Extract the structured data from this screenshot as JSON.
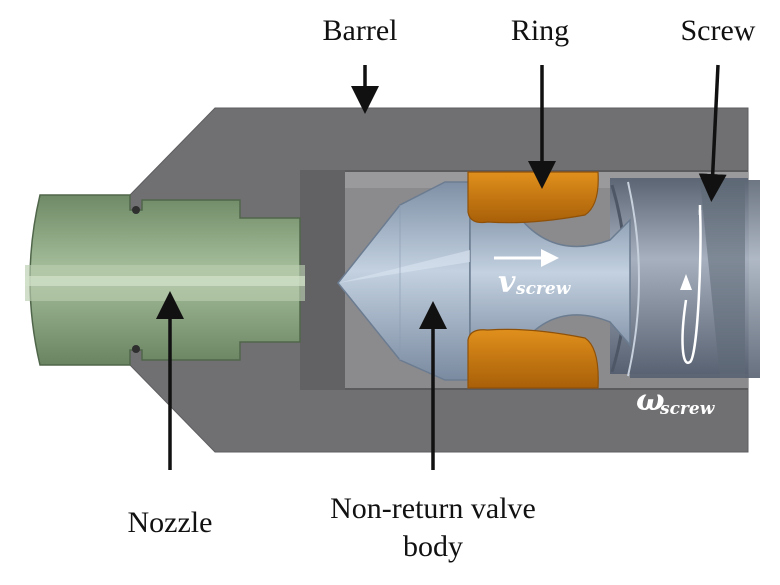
{
  "labels": {
    "barrel": "Barrel",
    "ring": "Ring",
    "screw": "Screw",
    "nozzle": "Nozzle",
    "valve_line1": "Non-return valve",
    "valve_line2": "body"
  },
  "symbols": {
    "v_main": "v",
    "v_sub": "screw",
    "omega_main": "ω",
    "omega_sub": "screw"
  },
  "colors": {
    "barrel": "#6f6f71",
    "barrel_inner": "#5a5a5c",
    "nozzle": "#8fa884",
    "ring": "#c8780f",
    "valve": "#9fb0c4",
    "screw": "#7d8796",
    "arrow": "#111111"
  }
}
